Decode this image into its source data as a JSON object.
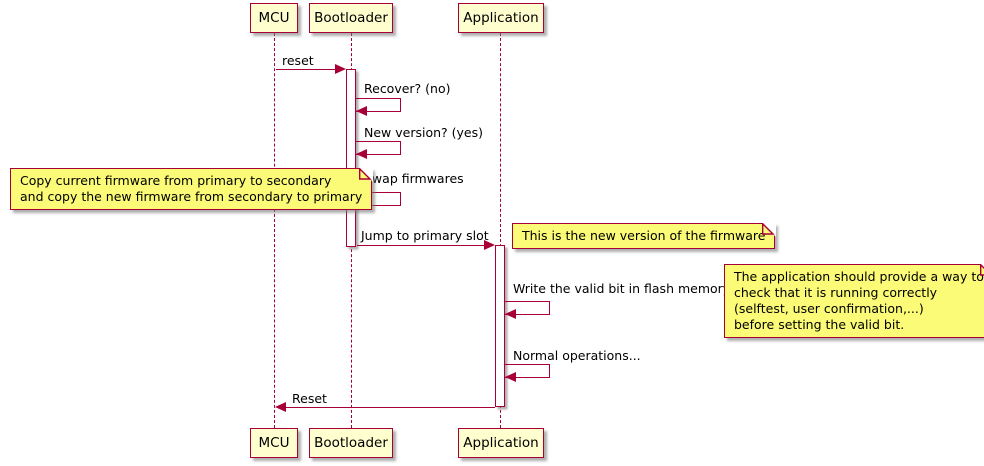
{
  "participants": [
    {
      "id": "mcu",
      "name": "MCU"
    },
    {
      "id": "bootloader",
      "name": "Bootloader"
    },
    {
      "id": "application",
      "name": "Application"
    }
  ],
  "messages": [
    {
      "label": "reset",
      "from": "MCU",
      "to": "Bootloader",
      "kind": "call"
    },
    {
      "label": "Recover? (no)",
      "from": "Bootloader",
      "to": "Bootloader",
      "kind": "self"
    },
    {
      "label": "New version? (yes)",
      "from": "Bootloader",
      "to": "Bootloader",
      "kind": "self"
    },
    {
      "label": "Swap firmwares",
      "from": "Bootloader",
      "to": "Bootloader",
      "kind": "self"
    },
    {
      "label": "Jump to primary slot",
      "from": "Bootloader",
      "to": "Application",
      "kind": "call"
    },
    {
      "label": "Write the valid bit in flash memory",
      "from": "Application",
      "to": "Application",
      "kind": "self"
    },
    {
      "label": "Normal operations...",
      "from": "Application",
      "to": "Application",
      "kind": "self"
    },
    {
      "label": "Reset",
      "from": "Application",
      "to": "MCU",
      "kind": "return"
    }
  ],
  "notes": [
    {
      "id": "copy-firmware",
      "lines": [
        "Copy current firmware from primary to secondary",
        "and copy the new firmware from secondary to primary"
      ]
    },
    {
      "id": "new-firmware",
      "lines": [
        "This is the new version of the firmware"
      ]
    },
    {
      "id": "selftest",
      "lines": [
        "The application should provide a way to",
        "check that it is running correctly",
        "(selftest, user confirmation,...)",
        "before setting the valid bit."
      ]
    }
  ],
  "colors": {
    "participant_fill": "#FEFECE",
    "note_fill": "#FBFB77",
    "line": "#A80036",
    "text": "#000000",
    "background": "#FFFFFF",
    "shadow": "#9B9B9B"
  }
}
